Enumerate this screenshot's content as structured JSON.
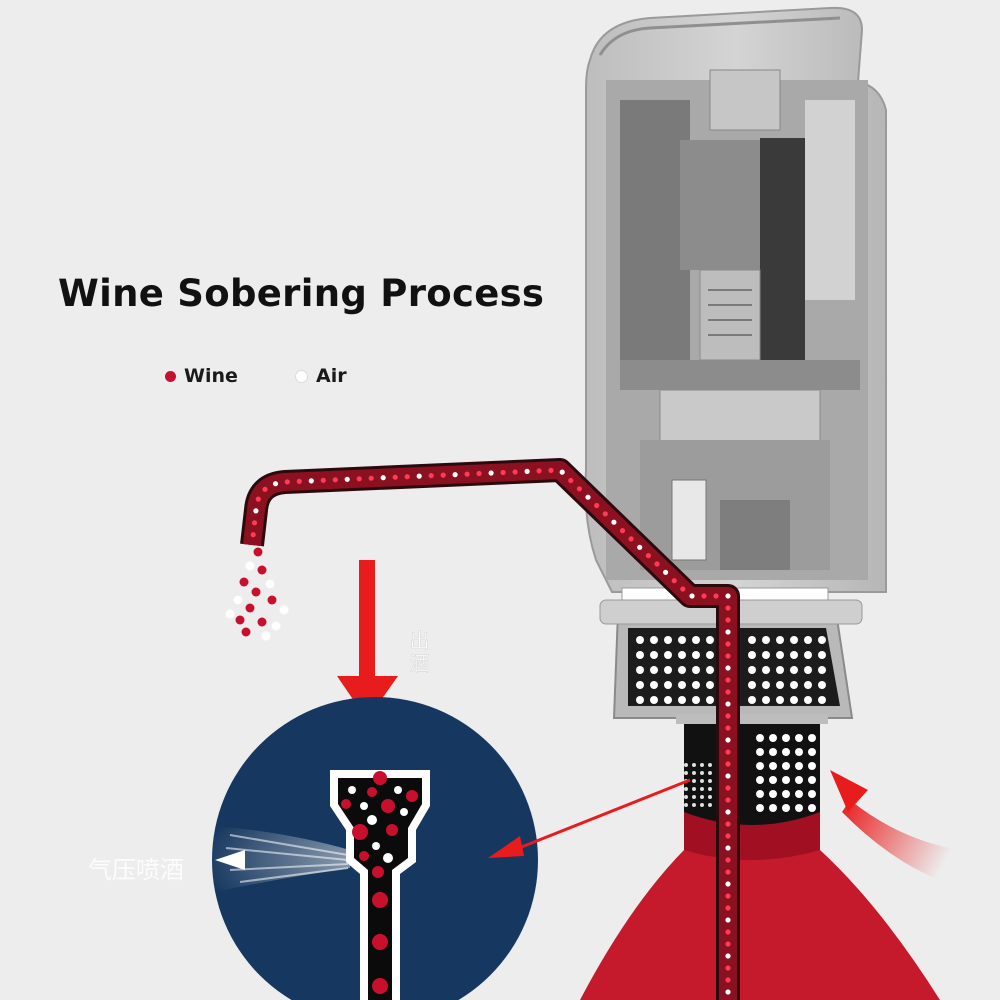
{
  "title": "Wine Sobering Process",
  "legend": [
    {
      "label": "Wine",
      "color": "#c8102e"
    },
    {
      "label": "Air",
      "color": "#ffffff"
    }
  ],
  "labels": {
    "outlet_vertical": "出酒",
    "air_pressure": "气压喷酒"
  },
  "colors": {
    "wine": "#c8102e",
    "wine_dark": "#8b1020",
    "bottle": "#c41a2c",
    "zoom_circle": "#16375f",
    "arrow": "#e81c1c",
    "device_body": "#c8c8c8"
  },
  "icons": [
    "down-arrow-icon",
    "pointer-arrow-icon",
    "air-inflow-arrow-icon"
  ]
}
